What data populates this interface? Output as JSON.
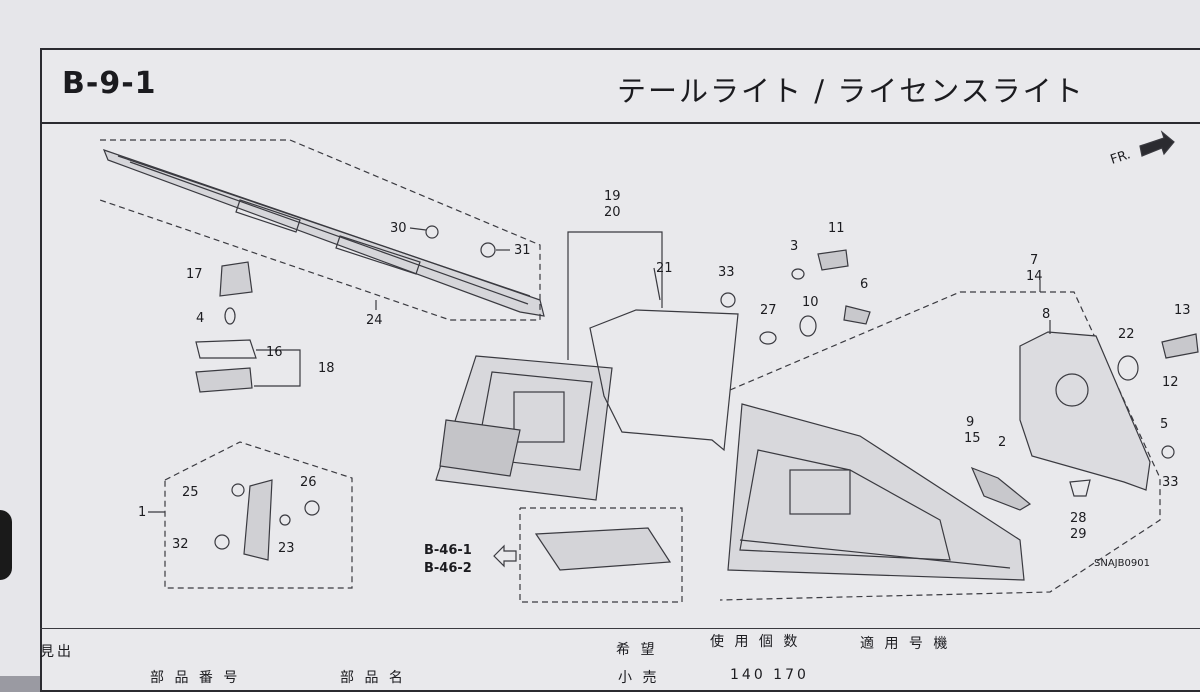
{
  "header": {
    "code": "B-9-1",
    "title": "テールライト / ライセンスライト"
  },
  "direction": {
    "label": "FR."
  },
  "callouts": {
    "c1": "1",
    "c2": "2",
    "c3": "3",
    "c4": "4",
    "c5": "5",
    "c6": "6",
    "c7": "7",
    "c8": "8",
    "c9": "9",
    "c10": "10",
    "c11": "11",
    "c12": "12",
    "c13": "13",
    "c14": "14",
    "c15": "15",
    "c16": "16",
    "c17": "17",
    "c18": "18",
    "c19": "19",
    "c20": "20",
    "c21": "21",
    "c22": "22",
    "c23": "23",
    "c24": "24",
    "c25": "25",
    "c26": "26",
    "c27": "27",
    "c28": "28",
    "c29": "29",
    "c30": "30",
    "c31": "31",
    "c32": "32",
    "c33": "33"
  },
  "references": {
    "ref1": "B-46-1",
    "ref2": "B-46-2"
  },
  "figure_code": "SNAJB0901",
  "table_header": {
    "col_mitashi": "見出",
    "col_kibou": "希 望",
    "col_shiyou": "使 用 個 数",
    "col_tekiyou": "適 用 号 機",
    "row2_part_no": "部 品 番 号",
    "row2_part_name": "部 品 名",
    "row2_kouri": "小 売",
    "row2_range": "140  170"
  }
}
